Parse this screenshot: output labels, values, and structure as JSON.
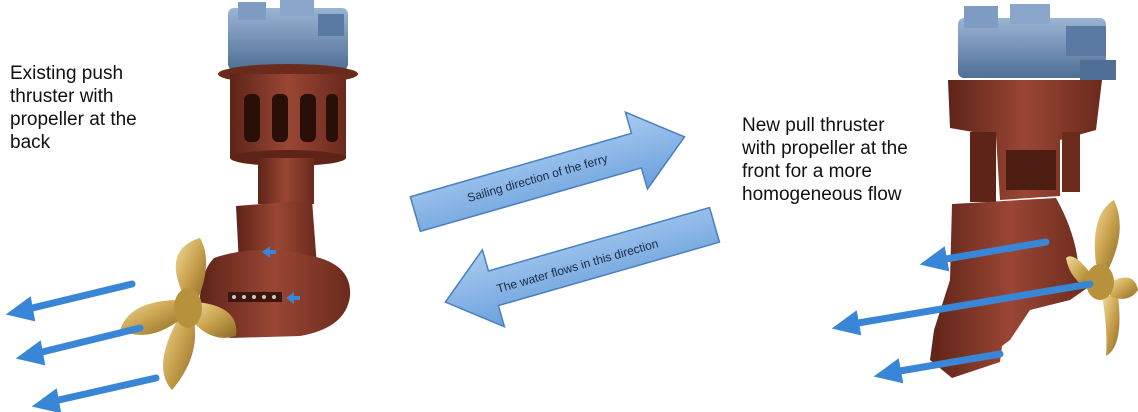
{
  "labels": {
    "existing": "Existing push\nthruster with\npropeller at the\nback",
    "new": "New pull thruster\nwith propeller at the\nfront for a more\nhomogeneous flow",
    "sailing": "Sailing  direction of the ferry",
    "water": "The  water flows in this direction"
  },
  "colors": {
    "hull": "#8a3b2a",
    "hull_dark": "#5e2418",
    "motor": "#6f8fb5",
    "propeller": "#c9a24e",
    "flow_arrow": "#3a86d6",
    "big_arrow_fill": "#7fb0e4",
    "big_arrow_stroke": "#4a7fc0"
  },
  "icons": [
    "existing-thruster-illustration",
    "new-thruster-illustration"
  ]
}
